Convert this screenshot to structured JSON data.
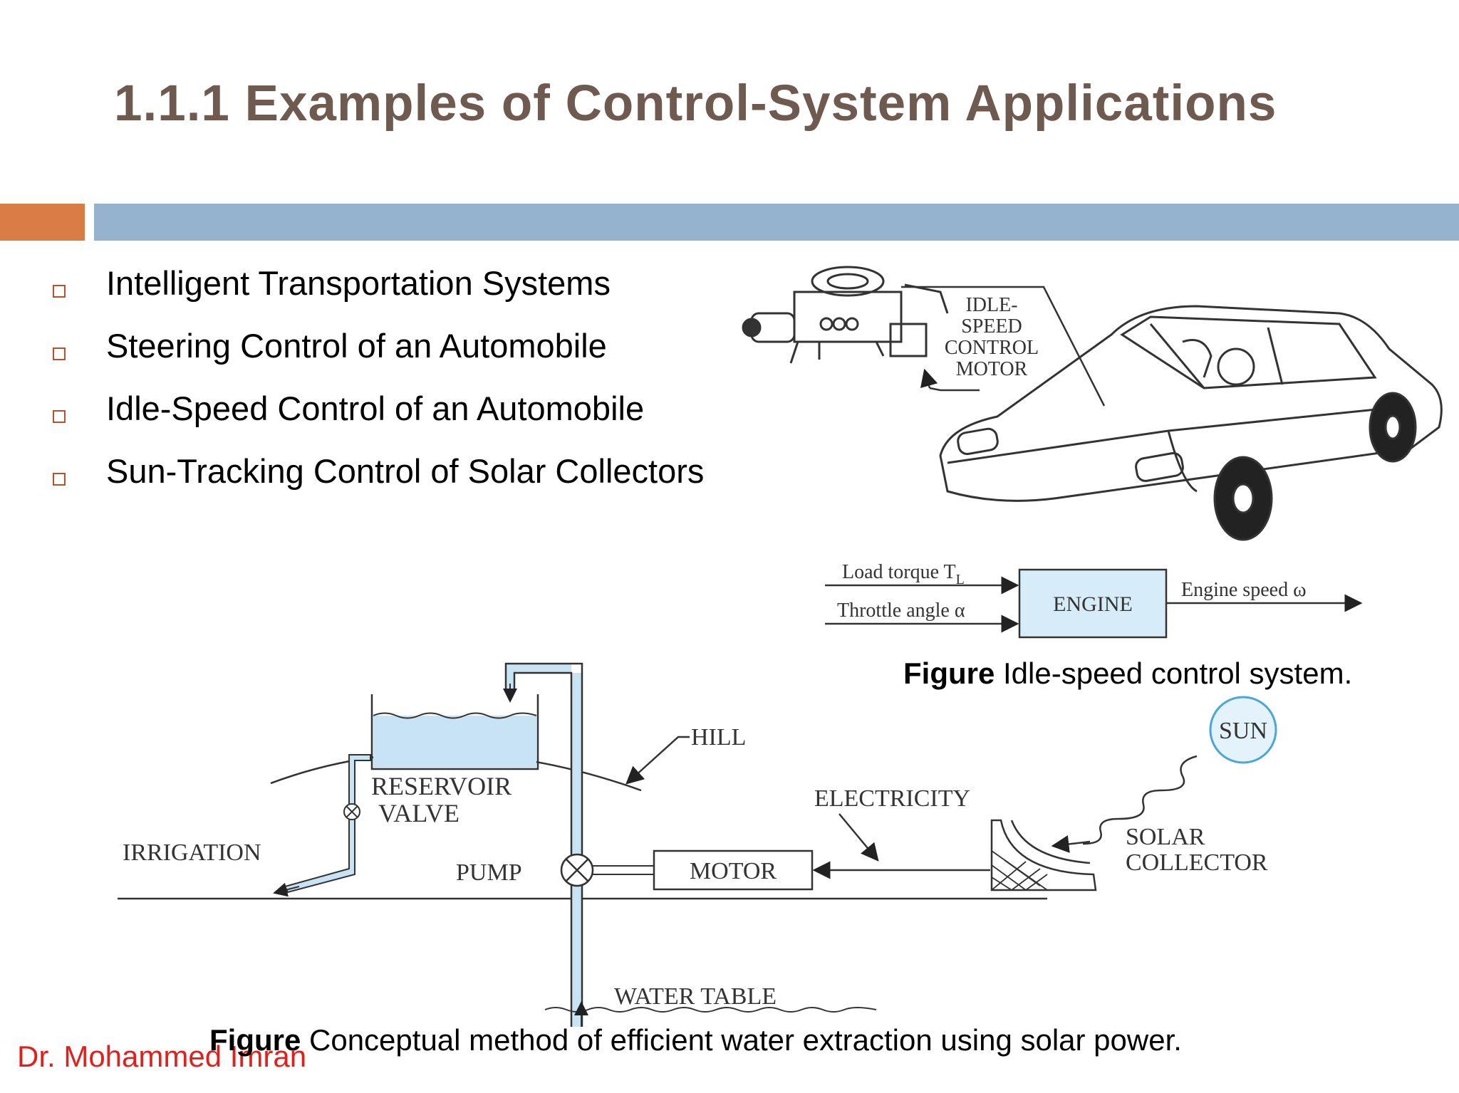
{
  "title": "1.1.1 Examples of Control-System Applications",
  "colors": {
    "title": "#6e5a4e",
    "accent_orange": "#d97c45",
    "accent_blue": "#95b3cf",
    "water": "#c8e3f4",
    "author": "#e0201b"
  },
  "bullets": [
    "Intelligent Transportation Systems",
    "Steering Control of an Automobile",
    "Idle-Speed Control of an Automobile",
    "Sun-Tracking Control of Solar Collectors"
  ],
  "car_figure": {
    "motor_label_lines": [
      "IDLE-",
      "SPEED",
      "CONTROL",
      "MOTOR"
    ]
  },
  "engine_diagram": {
    "input1": "Load torque T",
    "input1_sub": "L",
    "input2": "Throttle angle α",
    "block": "ENGINE",
    "output": "Engine speed ω"
  },
  "caption1": {
    "bold": "Figure",
    "text": " Idle-speed control system."
  },
  "solar_diagram": {
    "hill": "HILL",
    "reservoir": "RESERVOIR",
    "valve": "VALVE",
    "irrigation": "IRRIGATION",
    "pump": "PUMP",
    "motor": "MOTOR",
    "electricity": "ELECTRICITY",
    "sun": "SUN",
    "solar1": "SOLAR",
    "solar2": "COLLECTOR",
    "water_table": "WATER TABLE"
  },
  "caption2": {
    "bold": "Figure",
    "text": " Conceptual method of efficient water extraction using solar power."
  },
  "author": "Dr. Mohammed Imran"
}
